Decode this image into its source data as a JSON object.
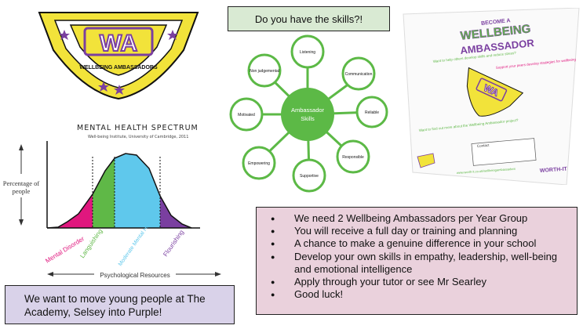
{
  "badge": {
    "letters": "WA",
    "ring_text": "WELLBEING AMBASSADORS"
  },
  "spectrum": {
    "title": "MENTAL HEALTH SPECTRUM",
    "subtitle": "Well-being Institute, University of Cambridge, 2011",
    "y_label": "Percentage of people",
    "x_label": "Psychological Resources",
    "zones": [
      "Mental Disorder",
      "Languishing",
      "Moderate Mental Health",
      "Flourishing"
    ],
    "colors": {
      "disorder": "#e0177e",
      "languishing": "#5fb847",
      "moderate": "#5fc8ec",
      "flourishing": "#7a3fa0"
    }
  },
  "skills": {
    "heading": "Do you have the skills?!",
    "center": "Ambassador Skills",
    "nodes": [
      "Listening",
      "Communication",
      "Reliable",
      "Responsible",
      "Supportive",
      "Empowering",
      "Motivated",
      "Non judgemental"
    ],
    "color": "#5cb946"
  },
  "leaflet": {
    "title_line1": "BECOME A",
    "title_line2": "WELLBEING",
    "title_line3": "AMBASSADOR",
    "q1": "Want to help others develop skills and reduce stress?",
    "q2": "Support your peers develop strategies for wellbeing",
    "q3": "Want to find out more about the Wellbeing Ambassador project?",
    "contact_label": "Contact",
    "url": "www.worth-it.co.uk/wellbeingambassadors",
    "brand": "WORTH-IT"
  },
  "purple_box": {
    "text": "We want to move young people at The Academy, Selsey into Purple!"
  },
  "pink_box": {
    "items": [
      "We need 2 Wellbeing Ambassadors per Year Group",
      "You will receive a full day or training and planning",
      "A chance to make a genuine difference in your school",
      "Develop your own skills in empathy, leadership, well-being and emotional intelligence",
      "Apply through your tutor or see Mr Searley",
      "Good luck!"
    ]
  }
}
